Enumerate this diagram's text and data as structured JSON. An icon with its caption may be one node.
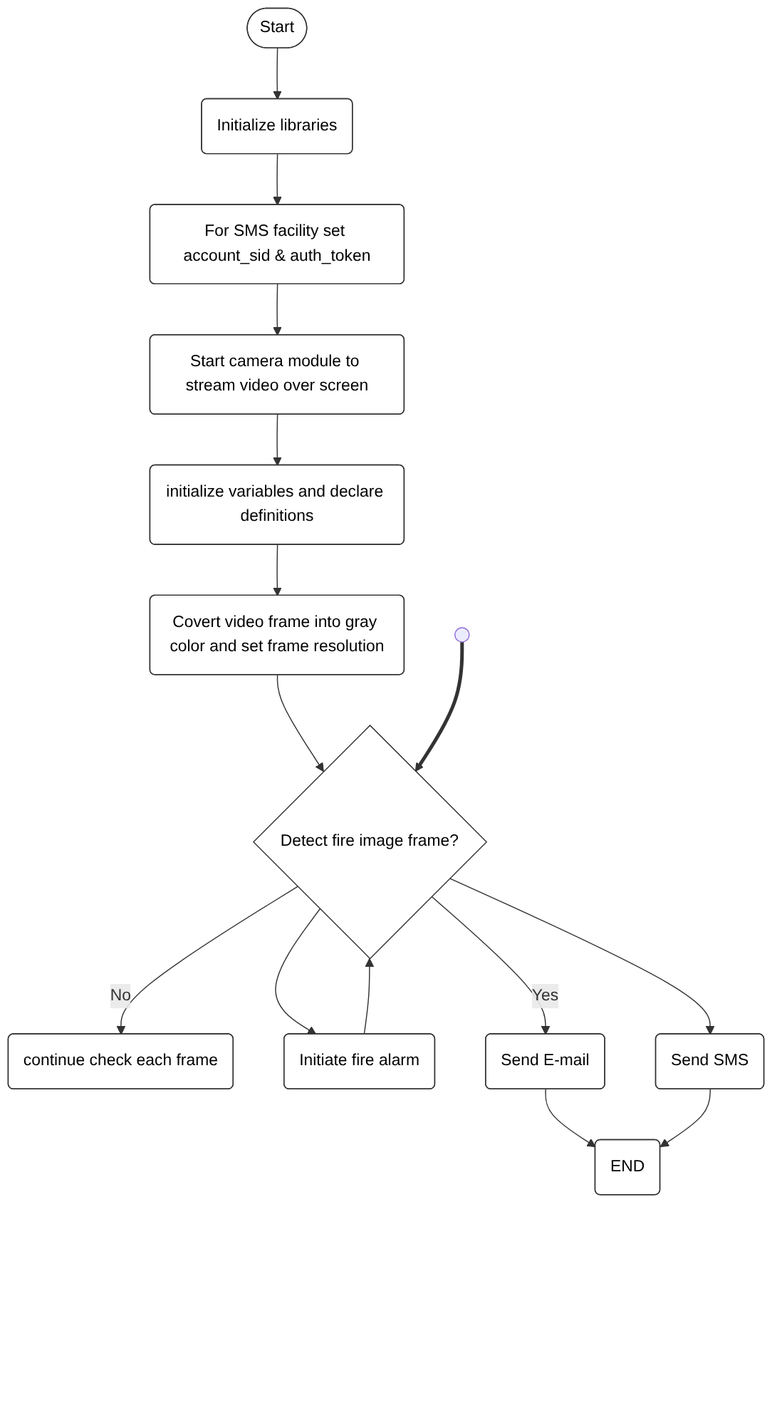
{
  "diagram": {
    "nodes": [
      {
        "text": [
          "Start"
        ]
      },
      {
        "text": [
          "Initialize libraries"
        ]
      },
      {
        "text": [
          "For SMS facility set account_sid & auth_token"
        ]
      },
      {
        "text": [
          "Start camera module to stream video over screen"
        ]
      },
      {
        "text": [
          "initialize variables and declare definitions"
        ]
      },
      {
        "text": [
          "Covert video frame into gray color and set frame resolution"
        ]
      },
      {
        "text": [
          "Detect fire image frame?"
        ]
      },
      {
        "text": [
          "continue check each frame"
        ]
      },
      {
        "text": [
          "Initiate fire alarm"
        ]
      },
      {
        "text": [
          "Send E-mail"
        ]
      },
      {
        "text": [
          "Send SMS"
        ]
      },
      {
        "text": [
          "END"
        ]
      }
    ],
    "edges": [
      {
        "from": 0,
        "to": 1,
        "arrow": "to"
      },
      {
        "from": 1,
        "to": 2,
        "arrow": "to"
      },
      {
        "from": 2,
        "to": 3,
        "arrow": "to"
      },
      {
        "from": 3,
        "to": 4,
        "arrow": "to"
      },
      {
        "from": 4,
        "to": 5,
        "arrow": "to"
      },
      {
        "from": 5,
        "to": 6,
        "arrow": "to"
      },
      {
        "from": null,
        "to": 6,
        "arrow": "to",
        "style": "thick"
      },
      {
        "from": 6,
        "to": 7,
        "arrow": "to",
        "label": "No"
      },
      {
        "from": 6,
        "to": 8,
        "arrow": "to"
      },
      {
        "from": 6,
        "to": 9,
        "arrow": "to",
        "label": "Yes"
      },
      {
        "from": 6,
        "to": 10,
        "arrow": "to"
      },
      {
        "from": 8,
        "to": 6,
        "arrow": "to"
      },
      {
        "from": 9,
        "to": 11,
        "arrow": "to"
      },
      {
        "from": 10,
        "to": 11,
        "arrow": "to"
      }
    ]
  }
}
